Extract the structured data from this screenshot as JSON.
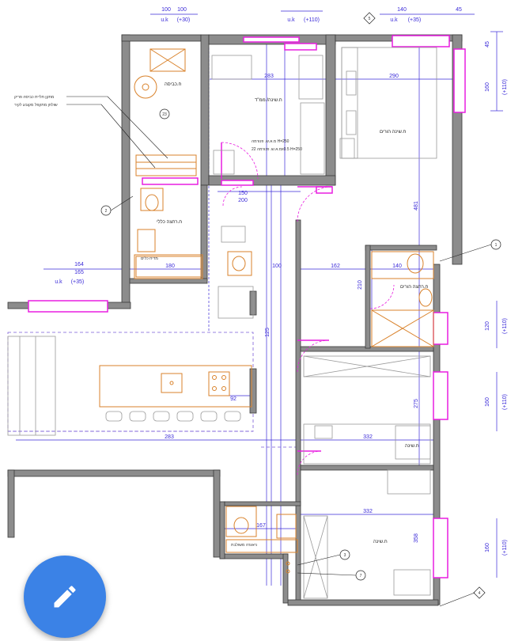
{
  "colors": {
    "wall": "#8c8c8c",
    "wall_edge": "#3a3a3a",
    "dimension": "#3a2ad8",
    "window": "#e81ee0",
    "fixture": "#d9822b",
    "furniture": "#9a9a9a",
    "fab": "#3b82e6"
  },
  "labels": {
    "laundry": "ח.כביסה",
    "wc_guest": "ח.רחצה כללי",
    "master_bed": "ח.שינה הורים",
    "master_bath": "ח.רחצה הורים",
    "safe_room": "ח.שינה/ ממ\"ד",
    "bedroom_2": "ח.שינה",
    "bedroom_3": "ח.שינה",
    "note_1": "מתקן תליית כביסה פריק",
    "note_2": "שולחן מתקפל מקובע לקיר",
    "dish_note": "מדיח כלים",
    "sink_note": "ניאגרה משולבת",
    "safe_note_1": "מ.א.ש. פנורמה H=250",
    "safe_note_2": "מ.א.ש. פנורמה 22x0.5 H=250"
  },
  "markers": {
    "grid_1": "1",
    "grid_2": "2",
    "grid_3": "3",
    "grid_4": "4",
    "grid_5": "5",
    "grid_7": "7",
    "grid_23": "23"
  },
  "dimensions": {
    "top_a": "100",
    "top_b": "100",
    "top_c": "140",
    "top_d": "45",
    "uk_a": "u.k",
    "uk_a_val": "(+30)",
    "uk_b": "u.k",
    "uk_b_val": "(+110)",
    "uk_c": "u.k",
    "uk_c_val": "(+35)",
    "uk_left": "u.k",
    "uk_left_val": "(+35)",
    "left_a": "164",
    "left_b": "165",
    "d_283a": "283",
    "d_290": "290",
    "d_481": "481",
    "d_283b": "283",
    "d_162": "162",
    "d_140": "140",
    "d_180": "180",
    "d_100": "100",
    "d_210": "210",
    "d_200": "200",
    "d_150": "150",
    "d_125": "125",
    "d_92": "92",
    "d_332a": "332",
    "d_332b": "332",
    "d_275": "275",
    "d_358": "358",
    "d_167": "167",
    "r_45": "45",
    "r_160a": "160",
    "r_uk1": "(+110)",
    "r_120": "120",
    "r_uk2": "(+110)",
    "r_160b": "160",
    "r_uk3": "(+110)",
    "r_160c": "160",
    "r_uk4": "(+110)"
  },
  "fab": {
    "icon": "pencil-icon"
  }
}
